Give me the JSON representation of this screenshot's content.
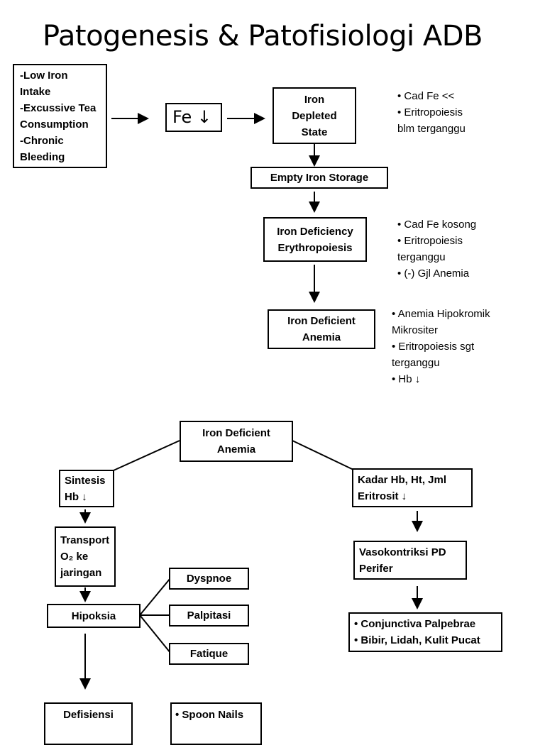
{
  "title": "Patogenesis & Patofisiologi ADB",
  "top": {
    "causes": [
      "-Low Iron",
      "Intake",
      "-Excussive Tea",
      "Consumption",
      "-Chronic",
      "Bleeding"
    ],
    "fe": "Fe ↓",
    "depleted": [
      "Iron",
      "Depleted",
      "State"
    ],
    "depleted_notes": [
      "• Cad Fe <<",
      "• Eritropoiesis",
      "blm terganggu"
    ],
    "empty_storage": "Empty Iron Storage",
    "deficiency_ery": [
      "Iron Deficiency",
      "Erythropoiesis"
    ],
    "deficiency_notes": [
      "• Cad Fe kosong",
      "• Eritropoiesis",
      "terganggu",
      "• (-)  Gjl Anemia"
    ],
    "anemia": [
      "Iron Deficient",
      "Anemia"
    ],
    "anemia_notes": [
      "• Anemia Hipokromik",
      "Mikrositer",
      "• Eritropoiesis sgt",
      "terganggu",
      "• Hb ↓"
    ]
  },
  "bottom": {
    "anemia": [
      "Iron Deficient",
      "Anemia"
    ],
    "sintesis": [
      "Sintesis",
      "Hb ↓"
    ],
    "transport": [
      "Transport",
      "O₂ ke",
      "jaringan"
    ],
    "hipoksia": "Hipoksia",
    "dyspnoe": "Dyspnoe",
    "palpitasi": "Palpitasi",
    "fatique": "Fatique",
    "defisiensi": "Defisiensi",
    "spoon": "• Spoon Nails",
    "kadar": [
      "Kadar Hb, Ht, Jml",
      "Eritrosit  ↓"
    ],
    "vaso": [
      "Vasokontriksi PD",
      "Perifer"
    ],
    "conj": [
      "• Conjunctiva Palpebrae",
      "• Bibir, Lidah, Kulit  Pucat"
    ]
  }
}
